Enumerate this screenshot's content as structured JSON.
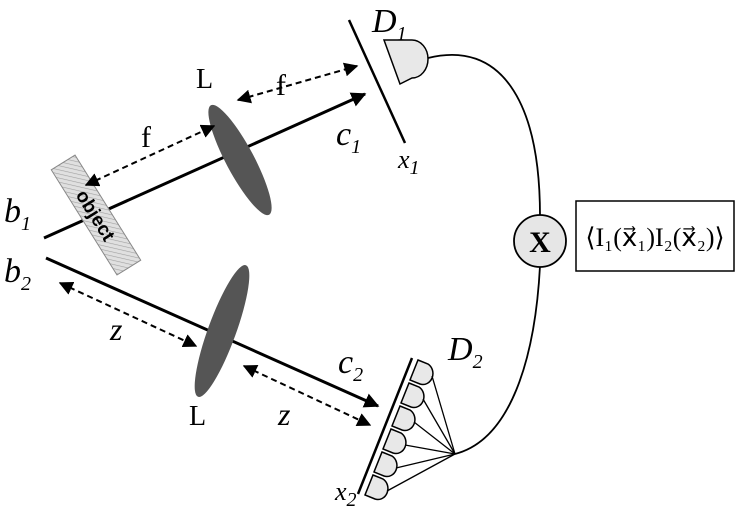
{
  "labels": {
    "detector_1": "D",
    "detector_1_sub": "1",
    "detector_2": "D",
    "detector_2_sub": "2",
    "lens_top": "L",
    "lens_bottom": "L",
    "focal_left": "f",
    "focal_right": "f",
    "dist_left": "z",
    "dist_right": "z",
    "b1": "b",
    "b1_sub": "1",
    "b2": "b",
    "b2_sub": "2",
    "c1": "c",
    "c1_sub": "1",
    "c2": "c",
    "c2_sub": "2",
    "x1": "x",
    "x1_sub": "1",
    "x2": "x",
    "x2_sub": "2",
    "object": "object",
    "multiplier": "X",
    "correlation": "⟨I₁(x⃗₁)I₂(x⃗₂)⟩"
  },
  "colors": {
    "lens": "#555555",
    "detector_fill": "#e8e8e8",
    "multiplier_fill": "#e6e6e6",
    "object_fill": "#d9d9d9",
    "line": "#000000"
  }
}
